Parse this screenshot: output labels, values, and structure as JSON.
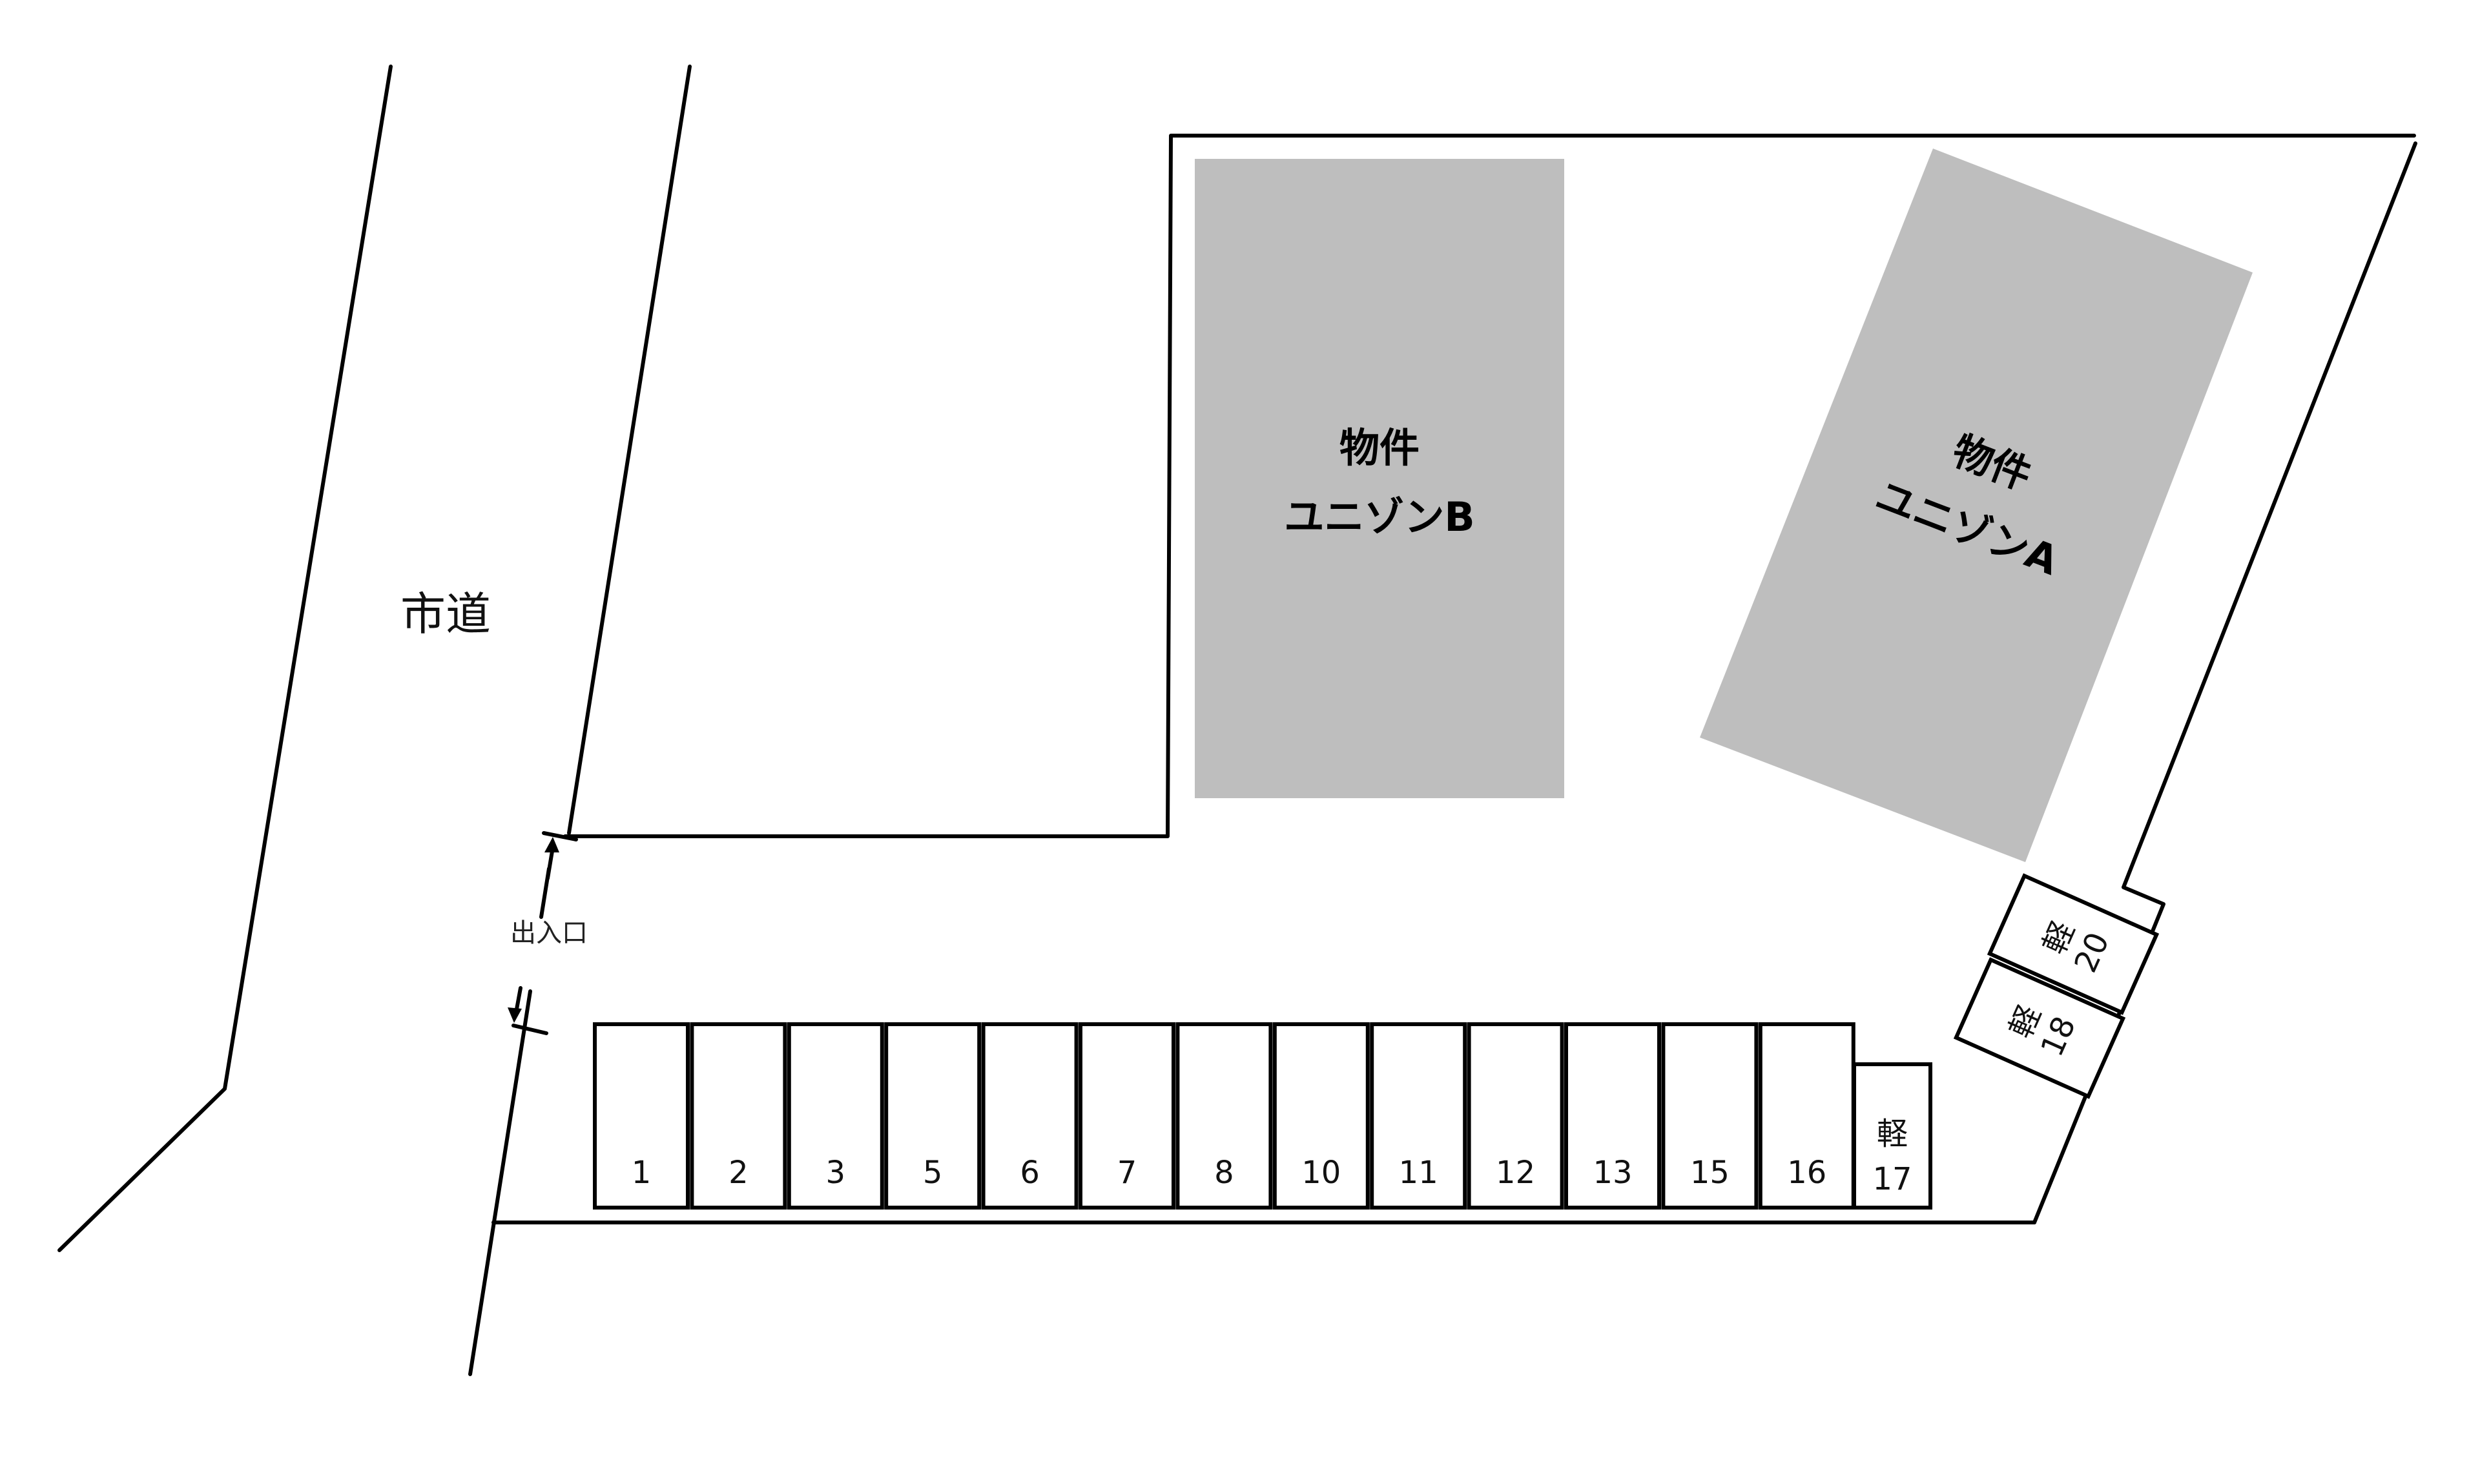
{
  "road": {
    "label": "市道"
  },
  "entrance": {
    "label": "出入口"
  },
  "buildings": [
    {
      "id": "B",
      "line1": "物件",
      "line2": "ユニゾンB",
      "fill": "#bebebe"
    },
    {
      "id": "A",
      "line1": "物件",
      "line2": "ユニゾンA",
      "fill": "#bebebe"
    }
  ],
  "parking": {
    "row_numbers": [
      "1",
      "2",
      "3",
      "5",
      "6",
      "7",
      "8",
      "10",
      "11",
      "12",
      "13",
      "15",
      "16"
    ],
    "kei_slots": [
      {
        "kind": "軽",
        "number": "17"
      },
      {
        "kind": "軽",
        "number": "18"
      },
      {
        "kind": "軽",
        "number": "20"
      }
    ]
  },
  "colors": {
    "line": "#000000",
    "building": "#bebebe",
    "background": "#ffffff"
  }
}
